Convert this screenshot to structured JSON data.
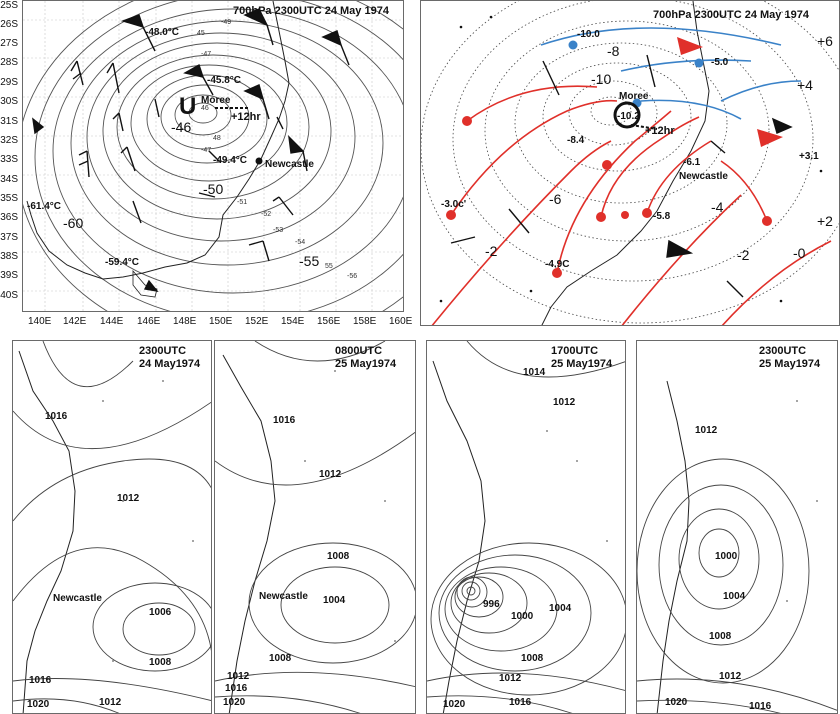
{
  "top_left": {
    "title": "700hPa 2300UTC 24 May 1974",
    "lat_labels": [
      "25S",
      "26S",
      "27S",
      "28S",
      "29S",
      "30S",
      "31S",
      "32S",
      "33S",
      "34S",
      "35S",
      "36S",
      "37S",
      "38S",
      "39S",
      "40S"
    ],
    "lon_labels": [
      "140E",
      "142E",
      "144E",
      "146E",
      "148E",
      "150E",
      "152E",
      "154E",
      "156E",
      "158E",
      "160E"
    ],
    "low_symbol": "U",
    "labels": {
      "t1": "-48.0°C",
      "t2": "-45.8°C",
      "t3": "-49.4°C",
      "t4": "-61.4°C",
      "t5": "-59.4°C",
      "moree": "Moree",
      "newcastle": "Newcastle",
      "plus12": "+12hr",
      "v46": "-46",
      "v50": "-50",
      "v60": "-60",
      "v55": "-55",
      "c45": "45",
      "c46": "46",
      "c47a": "-47",
      "c47b": "-47",
      "c49": "-49",
      "c48": "48",
      "c51": "-51",
      "c52": "-52",
      "c53": "-53",
      "c54": "-54",
      "c55": "55",
      "c56": "-56"
    }
  },
  "top_right": {
    "title": "700hPa 2300UTC 24 May 1974",
    "labels": {
      "v10a": "-10.0",
      "v8": "-8",
      "v5": "-5.0",
      "v6p": "+6",
      "v10": "-10",
      "v4p": "+4",
      "moree": "Moree",
      "v102": "-10.2",
      "plus12": "+12hr",
      "v84": "-8.4",
      "v61": "-6.1",
      "newcastle": "Newcastle",
      "v31": "+3.1",
      "v30": "-3.0c'",
      "v6": "-6",
      "v58": "-5.8",
      "v4": "-4",
      "v2p": "+2",
      "v2": "-2",
      "v2b": "-2",
      "v0": "-0",
      "v49": "-4.9C"
    }
  },
  "bottom": [
    {
      "time": "2300UTC",
      "date": "24 May1974",
      "labels": {
        "a": "1016",
        "b": "1012",
        "c": "1006",
        "d": "1008",
        "e": "1012",
        "f": "1016",
        "g": "1020",
        "place": "Newcastle"
      }
    },
    {
      "time": "0800UTC",
      "date": "25 May1974",
      "labels": {
        "a": "1016",
        "b": "1012",
        "c": "1008",
        "d": "1004",
        "e": "1008",
        "f": "1012",
        "g": "1016",
        "h": "1020",
        "place": "Newcastle"
      }
    },
    {
      "time": "1700UTC",
      "date": "25 May1974",
      "labels": {
        "a": "1014",
        "b": "1012",
        "c": "996",
        "d": "1000",
        "e": "1004",
        "f": "1008",
        "g": "1012",
        "h": "1016",
        "i": "1020"
      }
    },
    {
      "time": "2300UTC",
      "date": "25 May1974",
      "labels": {
        "a": "1012",
        "b": "1000",
        "c": "1004",
        "d": "1008",
        "e": "1012",
        "f": "1020",
        "g": "1016"
      }
    }
  ],
  "colors": {
    "contour": "#555555",
    "coast": "#222222",
    "trajectory_red": "#e0302a",
    "trajectory_blue": "#3a82c8",
    "barb": "#111111"
  }
}
